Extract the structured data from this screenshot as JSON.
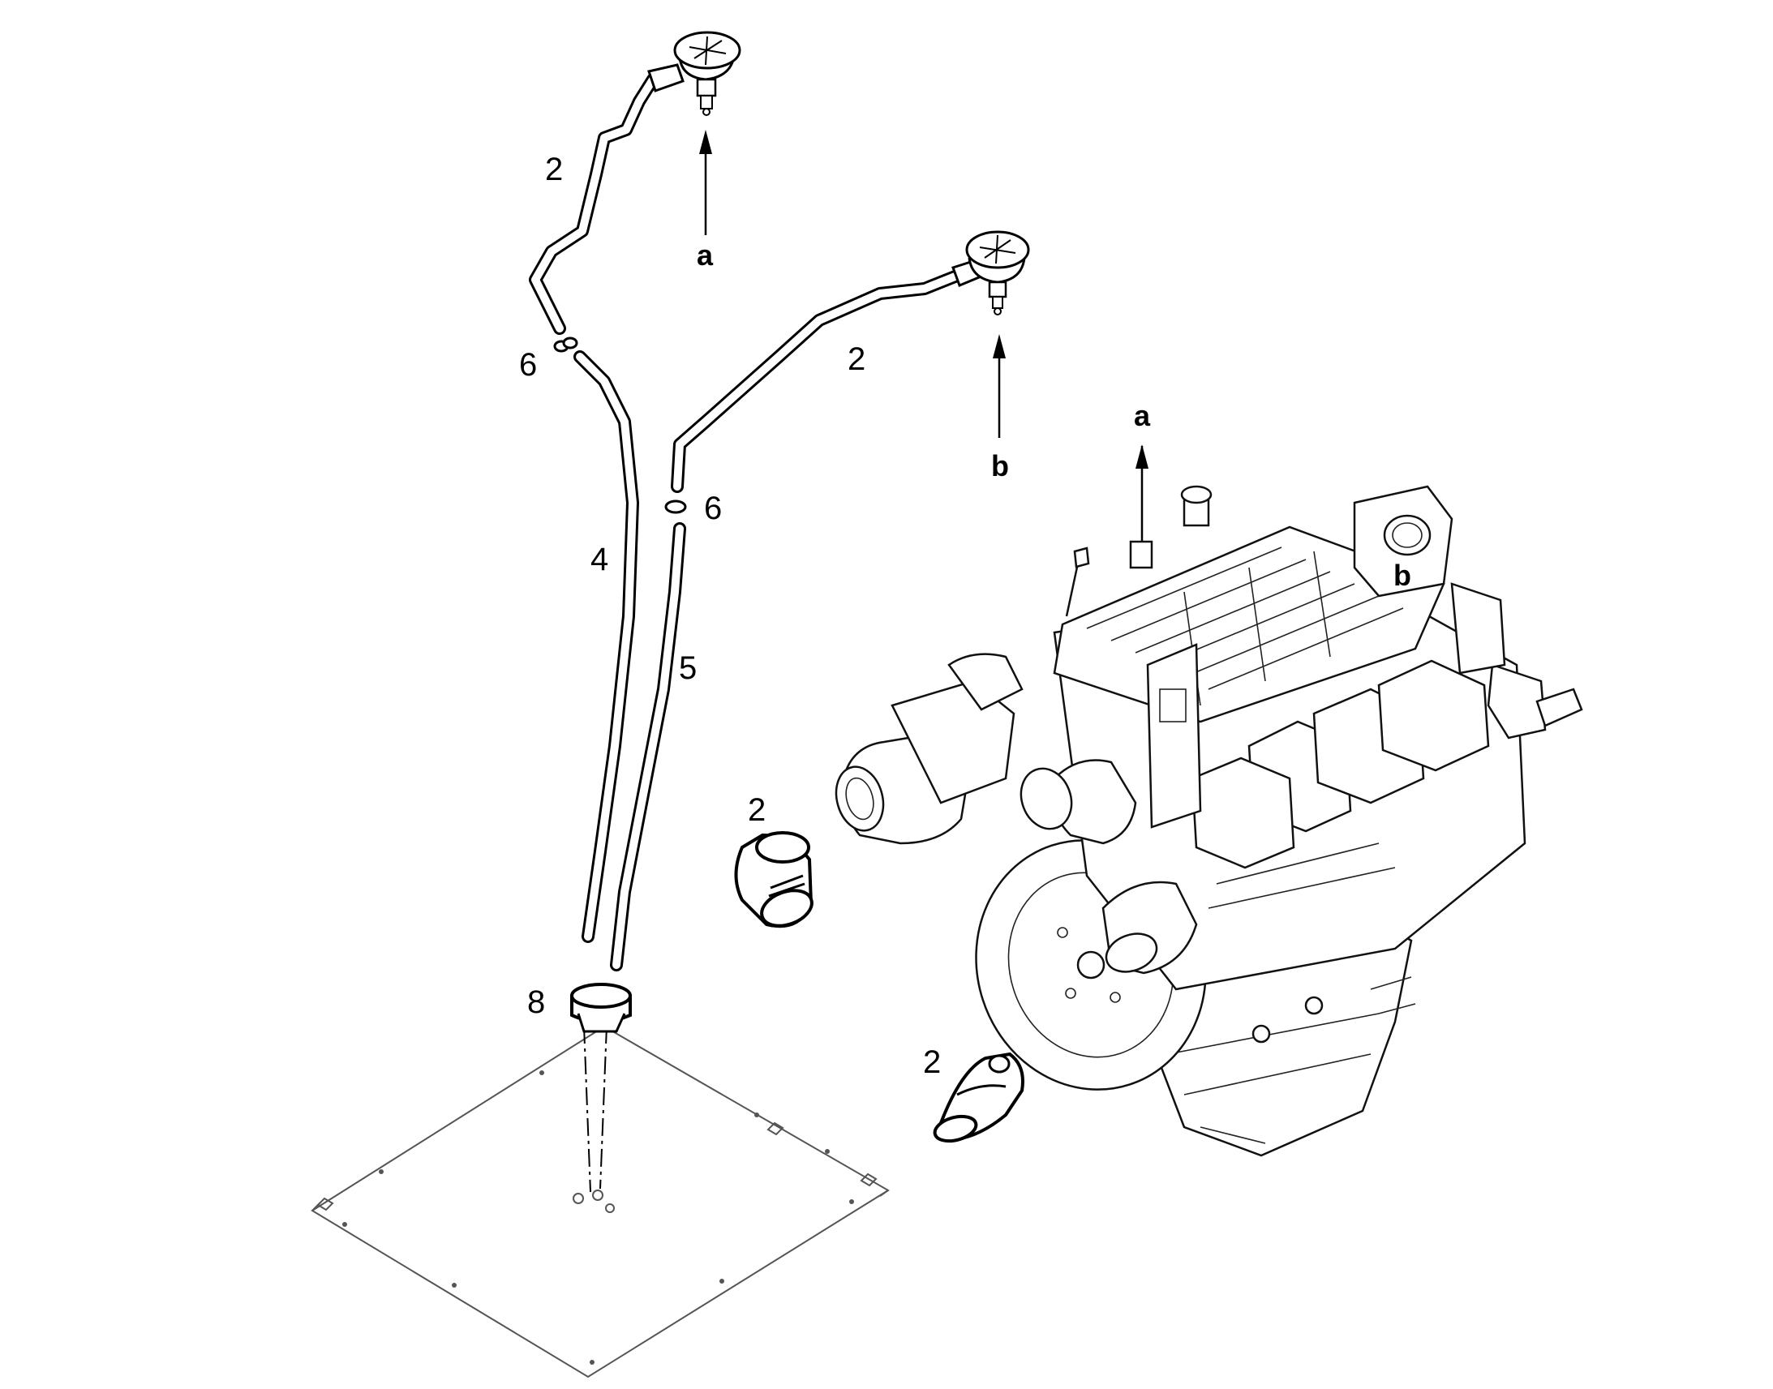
{
  "labels": {
    "part_2_top": "2",
    "part_2_mid": "2",
    "part_2_left": "2",
    "part_2_bottom": "2",
    "part_4": "4",
    "part_5": "5",
    "part_6_left": "6",
    "part_6_right": "6",
    "part_8": "8"
  },
  "refs": {
    "a_top": "a",
    "b_top": "b",
    "a_engine": "a",
    "b_engine": "b"
  }
}
